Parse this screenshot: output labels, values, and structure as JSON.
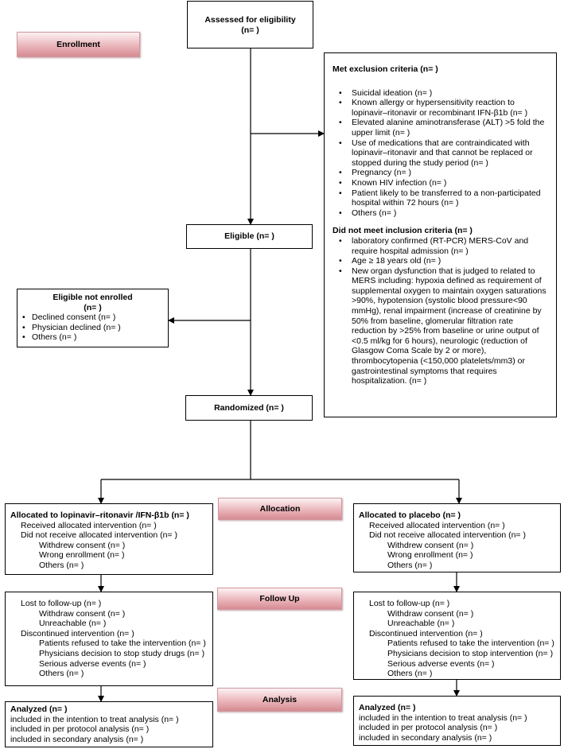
{
  "tags": {
    "enrollment": "Enrollment",
    "allocation": "Allocation",
    "follow_up": "Follow Up",
    "analysis": "Analysis"
  },
  "assessed": {
    "line1": "Assessed for eligibility",
    "line2": "(n=  )"
  },
  "exclusion": {
    "met_title": "Met exclusion criteria (n=  )",
    "met_items": [
      "Suicidal ideation (n=  )",
      "Known allergy or hypersensitivity reaction to lopinavir–ritonavir or recombinant IFN-β1b (n=  )",
      "Elevated alanine aminotransferase (ALT) >5 fold the upper limit (n=  )",
      " Use of medications that are contraindicated with lopinavir–ritonavir and that cannot be replaced or stopped during the study period (n=  )",
      "Pregnancy (n=  )",
      "Known HIV infection (n=  )",
      "Patient likely to be transferred to a non-participated hospital within 72 hours (n=  )",
      "Others (n= )"
    ],
    "notmet_title": "Did not meet inclusion criteria (n=  )",
    "notmet_items": [
      "laboratory confirmed (RT-PCR) MERS-CoV  and require hospital admission (n=  )",
      "Age ≥ 18 years old (n=  )",
      " New organ dysfunction that is judged to related to MERS including: hypoxia defined as requirement of supplemental oxygen to maintain oxygen saturations >90%, hypotension (systolic blood pressure<90 mmHg), renal impairment (increase of creatinine by 50% from baseline, glomerular filtration rate reduction by >25% from baseline or urine output of <0.5 ml/kg for 6 hours), neurologic (reduction of Glasgow Coma Scale by 2 or more), thrombocytopenia (<150,000 platelets/mm3) or gastrointestinal symptoms that requires hospitalization. (n=  )"
    ]
  },
  "eligible": "Eligible (n=  )",
  "not_enrolled": {
    "title1": "Eligible not enrolled",
    "title2": "(n=  )",
    "items": [
      "Declined consent (n=  )",
      "Physician declined (n=  )",
      "Others (n=  )"
    ]
  },
  "randomized": "Randomized (n=  )",
  "check_glyph": "",
  "alloc_left": {
    "title": "Allocated to lopinavir–ritonavir /IFN-β1b (n=  )",
    "received": "Received allocated intervention (n=  )",
    "not_received": "Did not receive allocated intervention (n=  )",
    "sub": [
      "Withdrew consent (n=  )",
      "Wrong enrollment (n=  )",
      " Others (n=  )"
    ]
  },
  "alloc_right": {
    "title": "Allocated to placebo (n=  )",
    "received": "Received allocated intervention (n=  )",
    "not_received": "Did not receive allocated intervention (n=  )",
    "sub": [
      "Withdrew consent (n=  )",
      "Wrong enrollment (n=  )",
      " Others (n=  )"
    ]
  },
  "follow_left": {
    "lost": "Lost to follow-up (n=  )",
    "lost_sub": [
      "Withdraw consent (n=  )",
      "Unreachable (n=  )"
    ],
    "disc": "Discontinued intervention (n=  )",
    "disc_sub": [
      "Patients refused to take the intervention (n=  )",
      "Physicians decision to stop study drugs (n=  )",
      "Serious adverse events (n=  )",
      "Others (n=  )"
    ]
  },
  "follow_right": {
    "lost": "Lost to follow-up (n=  )",
    "lost_sub": [
      "Withdraw consent (n=  )",
      "Unreachable (n=  )"
    ],
    "disc": "Discontinued intervention (n=  )",
    "disc_sub": [
      "Patients refused to take the intervention (n=  )",
      "Physicians decision to stop intervention (n=  )",
      "Serious adverse events (n=  )",
      "Others (n=  )"
    ]
  },
  "analysis_left": {
    "title": "Analyzed (n=  )",
    "items": [
      "included in the intention to treat analysis (n=  )",
      "included in per protocol analysis (n=  )",
      "included in secondary analysis (n=  )"
    ]
  },
  "analysis_right": {
    "title": "Analyzed (n=  )",
    "items": [
      "included in the intention to treat analysis (n=  )",
      "included in per protocol analysis (n=  )",
      "included in secondary analysis (n=  )"
    ]
  }
}
